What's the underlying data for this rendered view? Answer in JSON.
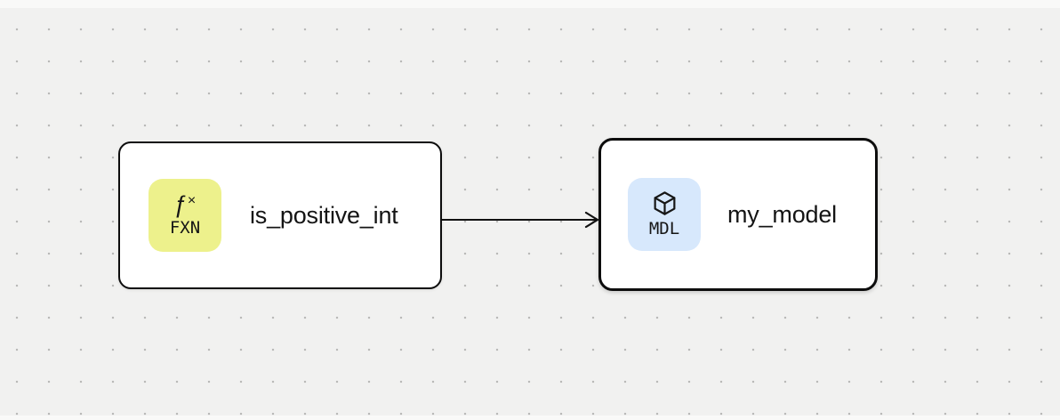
{
  "canvas": {
    "background": "#f1f1f0",
    "dot_color": "#b7b7b5"
  },
  "edge": {
    "from": "is_positive_int",
    "to": "my_model",
    "color": "#111111"
  },
  "nodes": [
    {
      "id": "is_positive_int",
      "label": "is_positive_int",
      "type": "FXN",
      "selected": false,
      "badge": {
        "glyph_main": "ƒ",
        "glyph_sub": "×",
        "type_label": "FXN",
        "color": "#edf18c"
      }
    },
    {
      "id": "my_model",
      "label": "my_model",
      "type": "MDL",
      "selected": true,
      "badge": {
        "icon": "cube-icon",
        "type_label": "MDL",
        "color": "#d7e8fc"
      }
    }
  ]
}
